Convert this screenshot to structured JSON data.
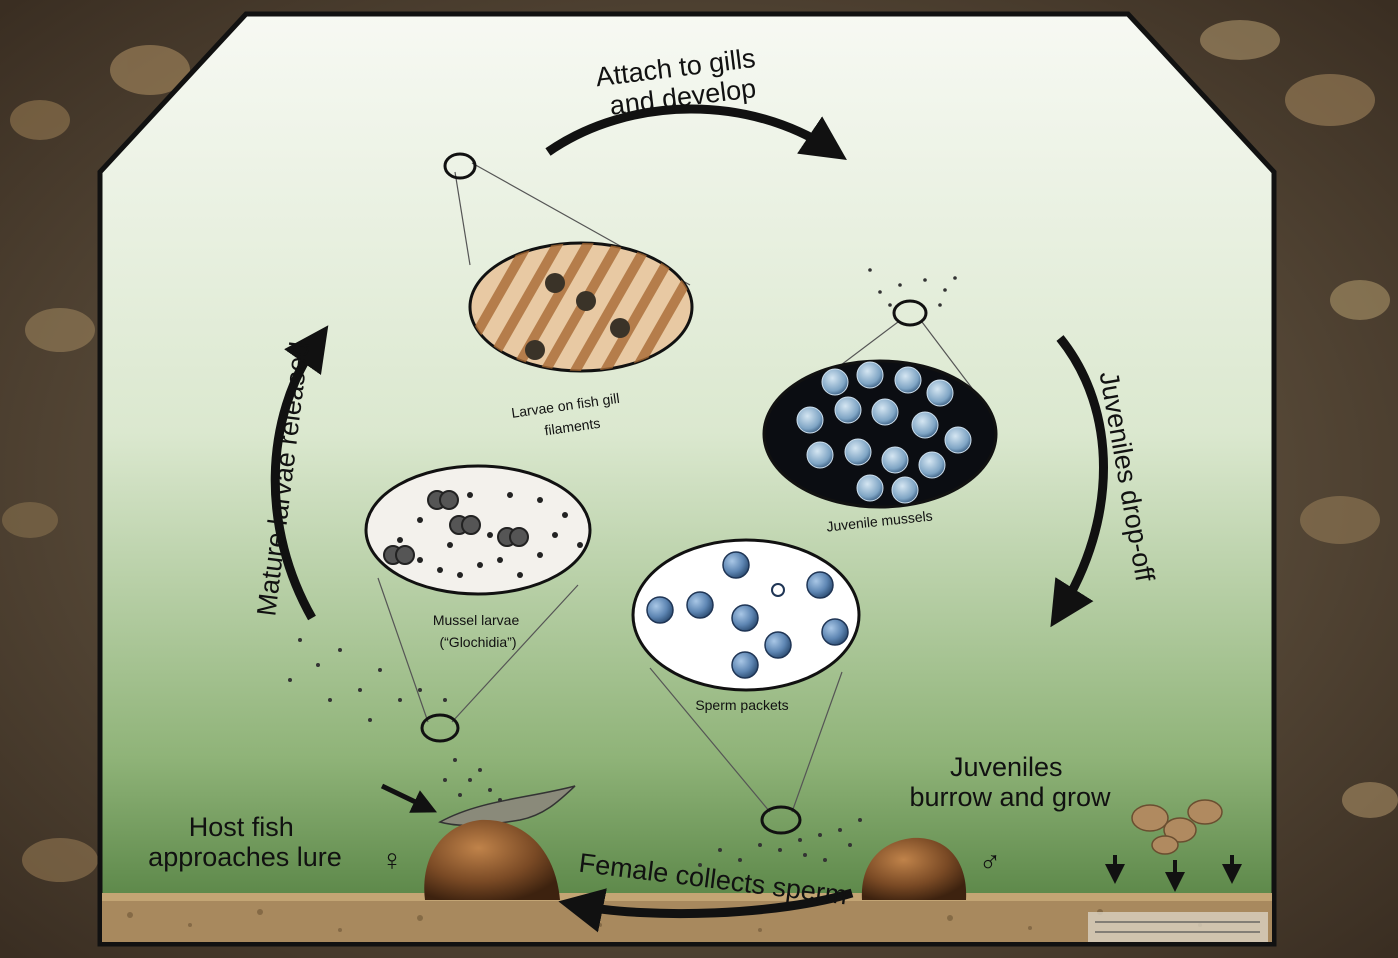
{
  "stages": {
    "attach": [
      "Attach to gills",
      "and develop"
    ],
    "dropoff": "Juveniles drop-off",
    "burrow": [
      "Juveniles",
      "burrow and grow"
    ],
    "female_collects": "Female collects sperm",
    "host_fish": [
      "Host fish",
      "approaches lure"
    ],
    "released": "Mature larvae released"
  },
  "insets": {
    "gill_larvae": [
      "Larvae on fish gill",
      "filaments"
    ],
    "juvenile_mussels": "Juvenile mussels",
    "glochidia": [
      "Mussel larvae",
      "(“Glochidia”)"
    ],
    "sperm": "Sperm packets"
  },
  "symbols": {
    "female": "♀",
    "male": "♂"
  },
  "colors": {
    "panel_top": "#f4f7ef",
    "panel_bottom": "#4f7f3e",
    "fish_body": "#8a9a55",
    "fish_stripe": "#3e4a24",
    "fish_fin": "#d8c95a",
    "mussel": "#7a4a25",
    "gravel": "#a8895e",
    "arrow": "#111111"
  }
}
